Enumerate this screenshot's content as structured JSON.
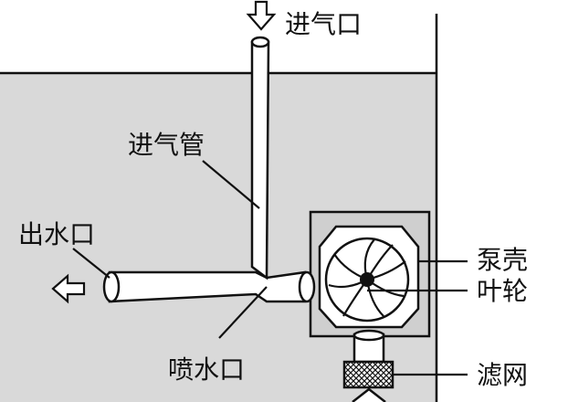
{
  "labels": {
    "air_inlet": "进气口",
    "air_pipe": "进气管",
    "water_outlet": "出水口",
    "nozzle": "喷水口",
    "pump_housing": "泵壳",
    "impeller": "叶轮",
    "filter": "滤网"
  },
  "colors": {
    "water": "#d9d9d9",
    "housing": "#cfcfcf",
    "line": "#111111",
    "pipe": "#ffffff"
  },
  "icons": {
    "inlet_arrow": "arrow-down-icon",
    "outlet_arrow": "arrow-left-icon",
    "bottom_arrow": "arrow-up-icon"
  }
}
